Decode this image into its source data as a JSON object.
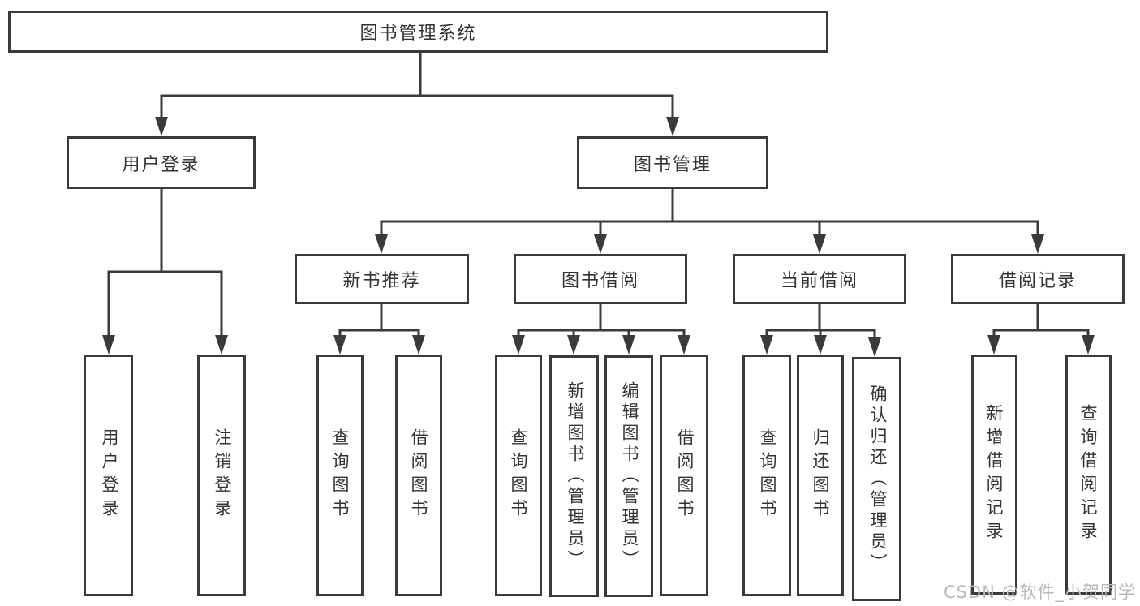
{
  "colors": {
    "line": "#3a3a3a",
    "box_border": "#3a3a3a",
    "text": "#333333",
    "watermark": "#b9b9b9",
    "background": "#ffffff"
  },
  "tree": {
    "root": {
      "label": "图书管理系统"
    },
    "level2": [
      {
        "label": "用户登录"
      },
      {
        "label": "图书管理"
      }
    ],
    "level3": [
      {
        "label": "新书推荐"
      },
      {
        "label": "图书借阅"
      },
      {
        "label": "当前借阅"
      },
      {
        "label": "借阅记录"
      }
    ],
    "leaves": [
      {
        "label": "用户登录",
        "parent": "用户登录"
      },
      {
        "label": "注销登录",
        "parent": "用户登录"
      },
      {
        "label": "查询图书",
        "parent": "新书推荐"
      },
      {
        "label": "借阅图书",
        "parent": "新书推荐"
      },
      {
        "label": "查询图书",
        "parent": "图书借阅"
      },
      {
        "label": "新增图书（管理员）",
        "parent": "图书借阅"
      },
      {
        "label": "编辑图书（管理员）",
        "parent": "图书借阅"
      },
      {
        "label": "借阅图书",
        "parent": "图书借阅"
      },
      {
        "label": "查询图书",
        "parent": "当前借阅"
      },
      {
        "label": "归还图书",
        "parent": "当前借阅"
      },
      {
        "label": "确认归还（管理员）",
        "parent": "当前借阅"
      },
      {
        "label": "新增借阅记录",
        "parent": "借阅记录"
      },
      {
        "label": "查询借阅记录",
        "parent": "借阅记录"
      }
    ]
  },
  "watermark": {
    "text": "CSDN @软件_小贺同学"
  }
}
